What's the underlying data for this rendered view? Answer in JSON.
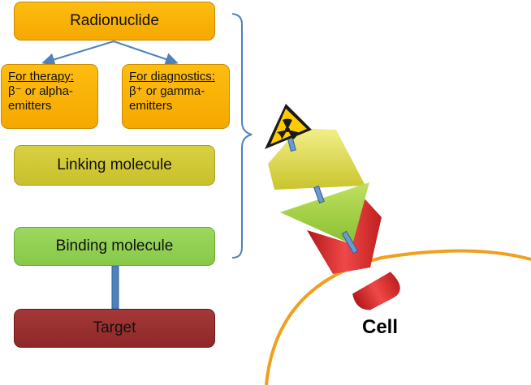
{
  "boxes": {
    "radionuclide": "Radionuclide",
    "therapy": {
      "heading": "For therapy:",
      "line1": "β⁻ or alpha-",
      "line2": "emitters"
    },
    "diagnostics": {
      "heading": "For diagnostics:",
      "line1": "β⁺ or gamma-",
      "line2": "emitters"
    },
    "linking": "Linking molecule",
    "binding": "Binding molecule",
    "target": "Target"
  },
  "cell_label": "Cell",
  "colors": {
    "radionuclide": "#f9b000",
    "linking": "#cec634",
    "binding": "#92d050",
    "target": "#953030",
    "arrow": "#4f81bd",
    "cell_membrane": "#f0a020",
    "receptor": "#e02828"
  },
  "icons": [
    "radiation-hazard-icon"
  ]
}
